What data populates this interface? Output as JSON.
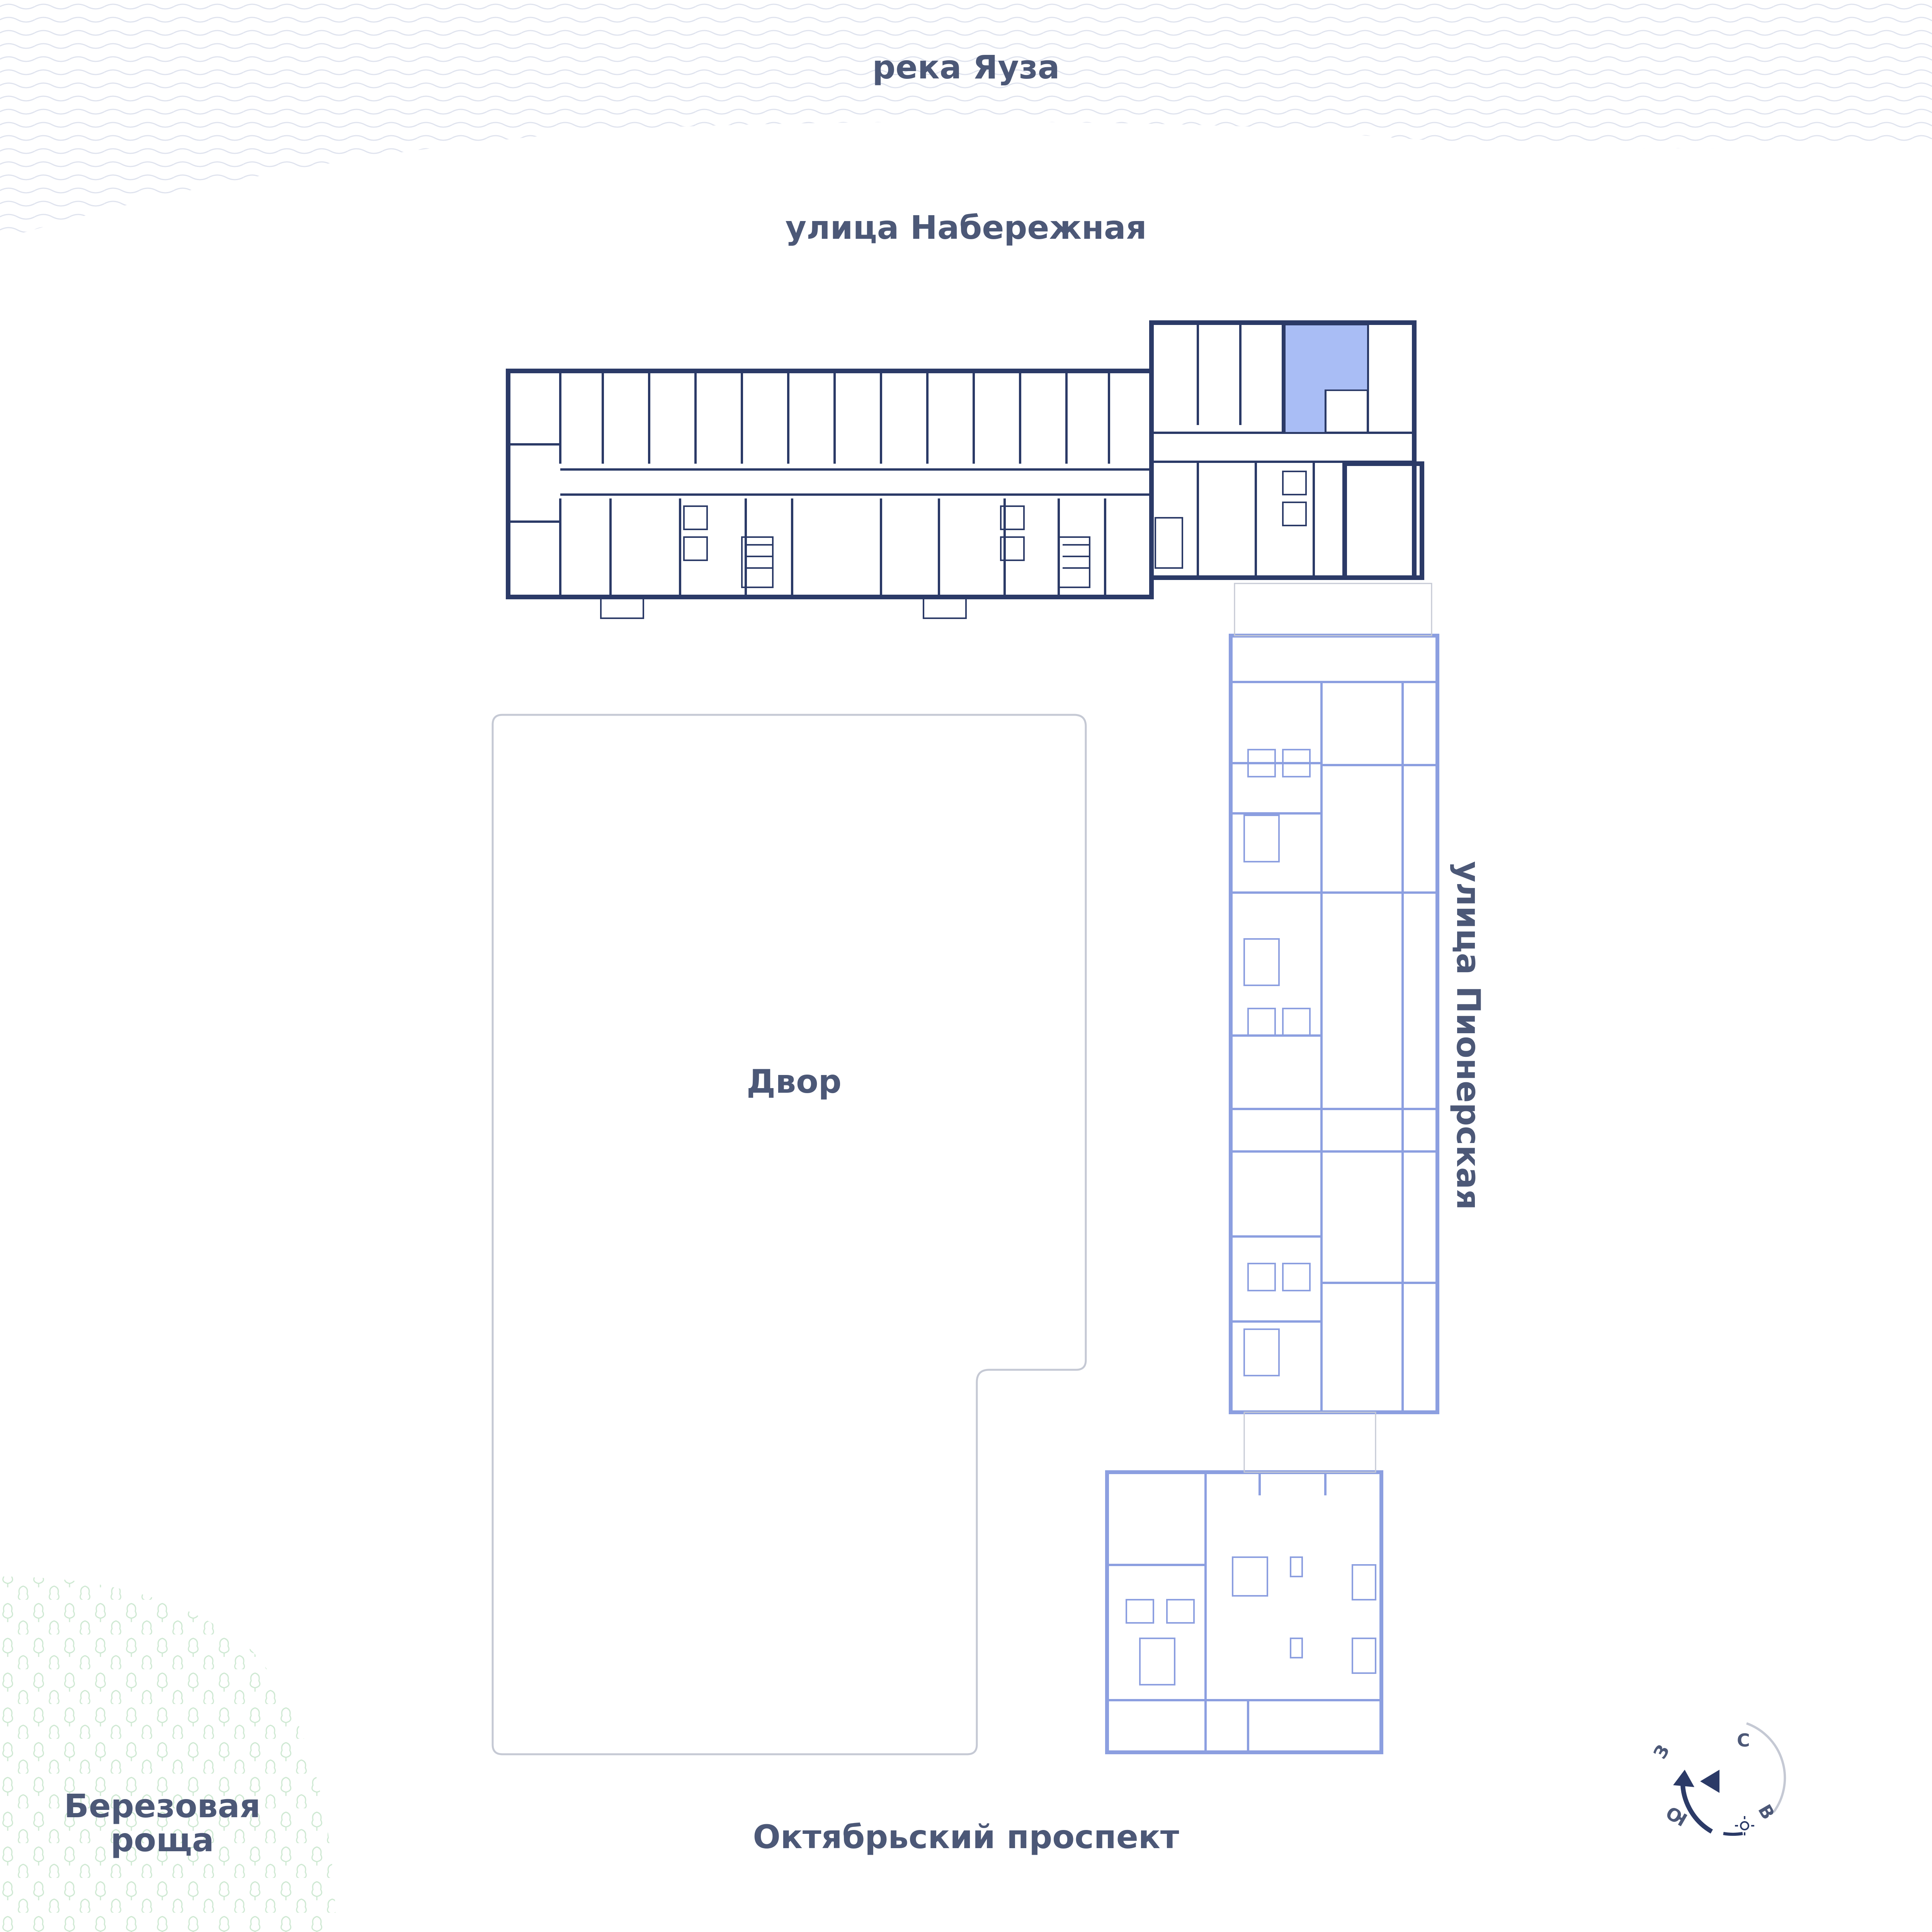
{
  "labels": {
    "river": "река Яуза",
    "embankment_street": "улица Набережная",
    "yard": "Двор",
    "pioneer_street": "улица Пионерская",
    "october_avenue": "Октябрьский проспект",
    "birch_grove_line1": "Березовая",
    "birch_grove_line2": "роща"
  },
  "compass": {
    "north": "С",
    "east": "В",
    "south": "Ю",
    "west": "З"
  },
  "colors": {
    "text": "#4c5877",
    "wall_dark": "#2b3a67",
    "wall_light": "#8c9fe0",
    "highlight_unit": "#a9bdf5",
    "yard_outline": "#c5c9d4",
    "water_pattern": "#dfe3ee",
    "tree_pattern": "#cfe9d3"
  },
  "icons": {
    "compass": "compass-icon",
    "sun": "sun-icon",
    "water": "water-wave-pattern",
    "trees": "tree-pattern"
  },
  "highlighted_unit": "selected-apartment"
}
